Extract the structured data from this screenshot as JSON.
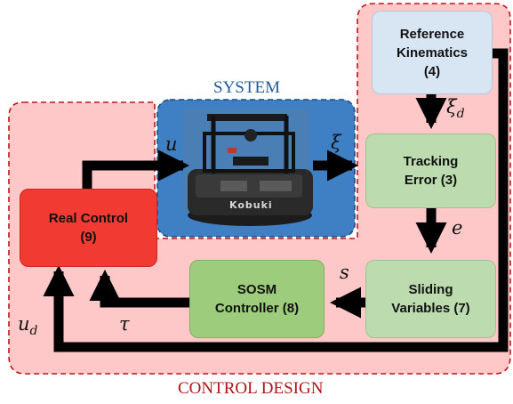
{
  "titles": {
    "system": "SYSTEM",
    "control_design": "CONTROL DESIGN"
  },
  "blocks": {
    "reference_kinematics": {
      "line1": "Reference",
      "line2": "Kinematics",
      "line3": "(4)"
    },
    "tracking_error": {
      "line1": "Tracking",
      "line2": "Error (3)"
    },
    "sliding_variables": {
      "line1": "Sliding",
      "line2": "Variables (7)"
    },
    "sosm_controller": {
      "line1": "SOSM",
      "line2": "Controller (8)"
    },
    "real_control": {
      "line1": "Real Control",
      "line2": "(9)"
    }
  },
  "signals": {
    "u": "u",
    "xi": "ξ",
    "xi_d": "ξ",
    "xi_d_sub": "d",
    "e": "e",
    "s": "s",
    "tau": "τ",
    "u_d": "u",
    "u_d_sub": "d"
  },
  "robot": {
    "brand": "Kobuki"
  },
  "colors": {
    "system_region": "#3f7fc4",
    "control_region": "#ffc8c8",
    "dashed_border": "#c0141a",
    "real_control": "#f03a32",
    "reference": "#d8e6f4",
    "green_blocks": "#bcdcb0",
    "sosm": "#9ccc7c",
    "arrows": "#000000"
  }
}
